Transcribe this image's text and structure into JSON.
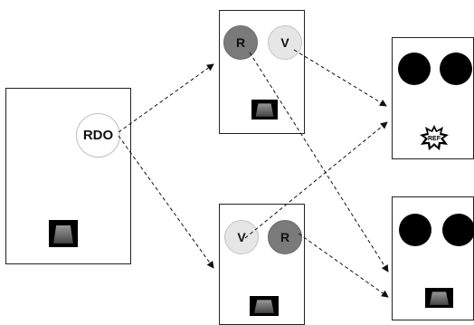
{
  "source_panel": {
    "rdo_label": "RDO"
  },
  "top_middle": {
    "left_circle_label": "R",
    "right_circle_label": "V"
  },
  "bottom_middle": {
    "left_circle_label": "V",
    "right_circle_label": "R"
  },
  "top_right": {
    "badge_label": "REF"
  },
  "colors": {
    "panel_border": "#222222",
    "r_circle": "#7a7a7a",
    "v_circle": "#e6e6e6",
    "black_circle": "#000000",
    "arrow": "#111111"
  }
}
